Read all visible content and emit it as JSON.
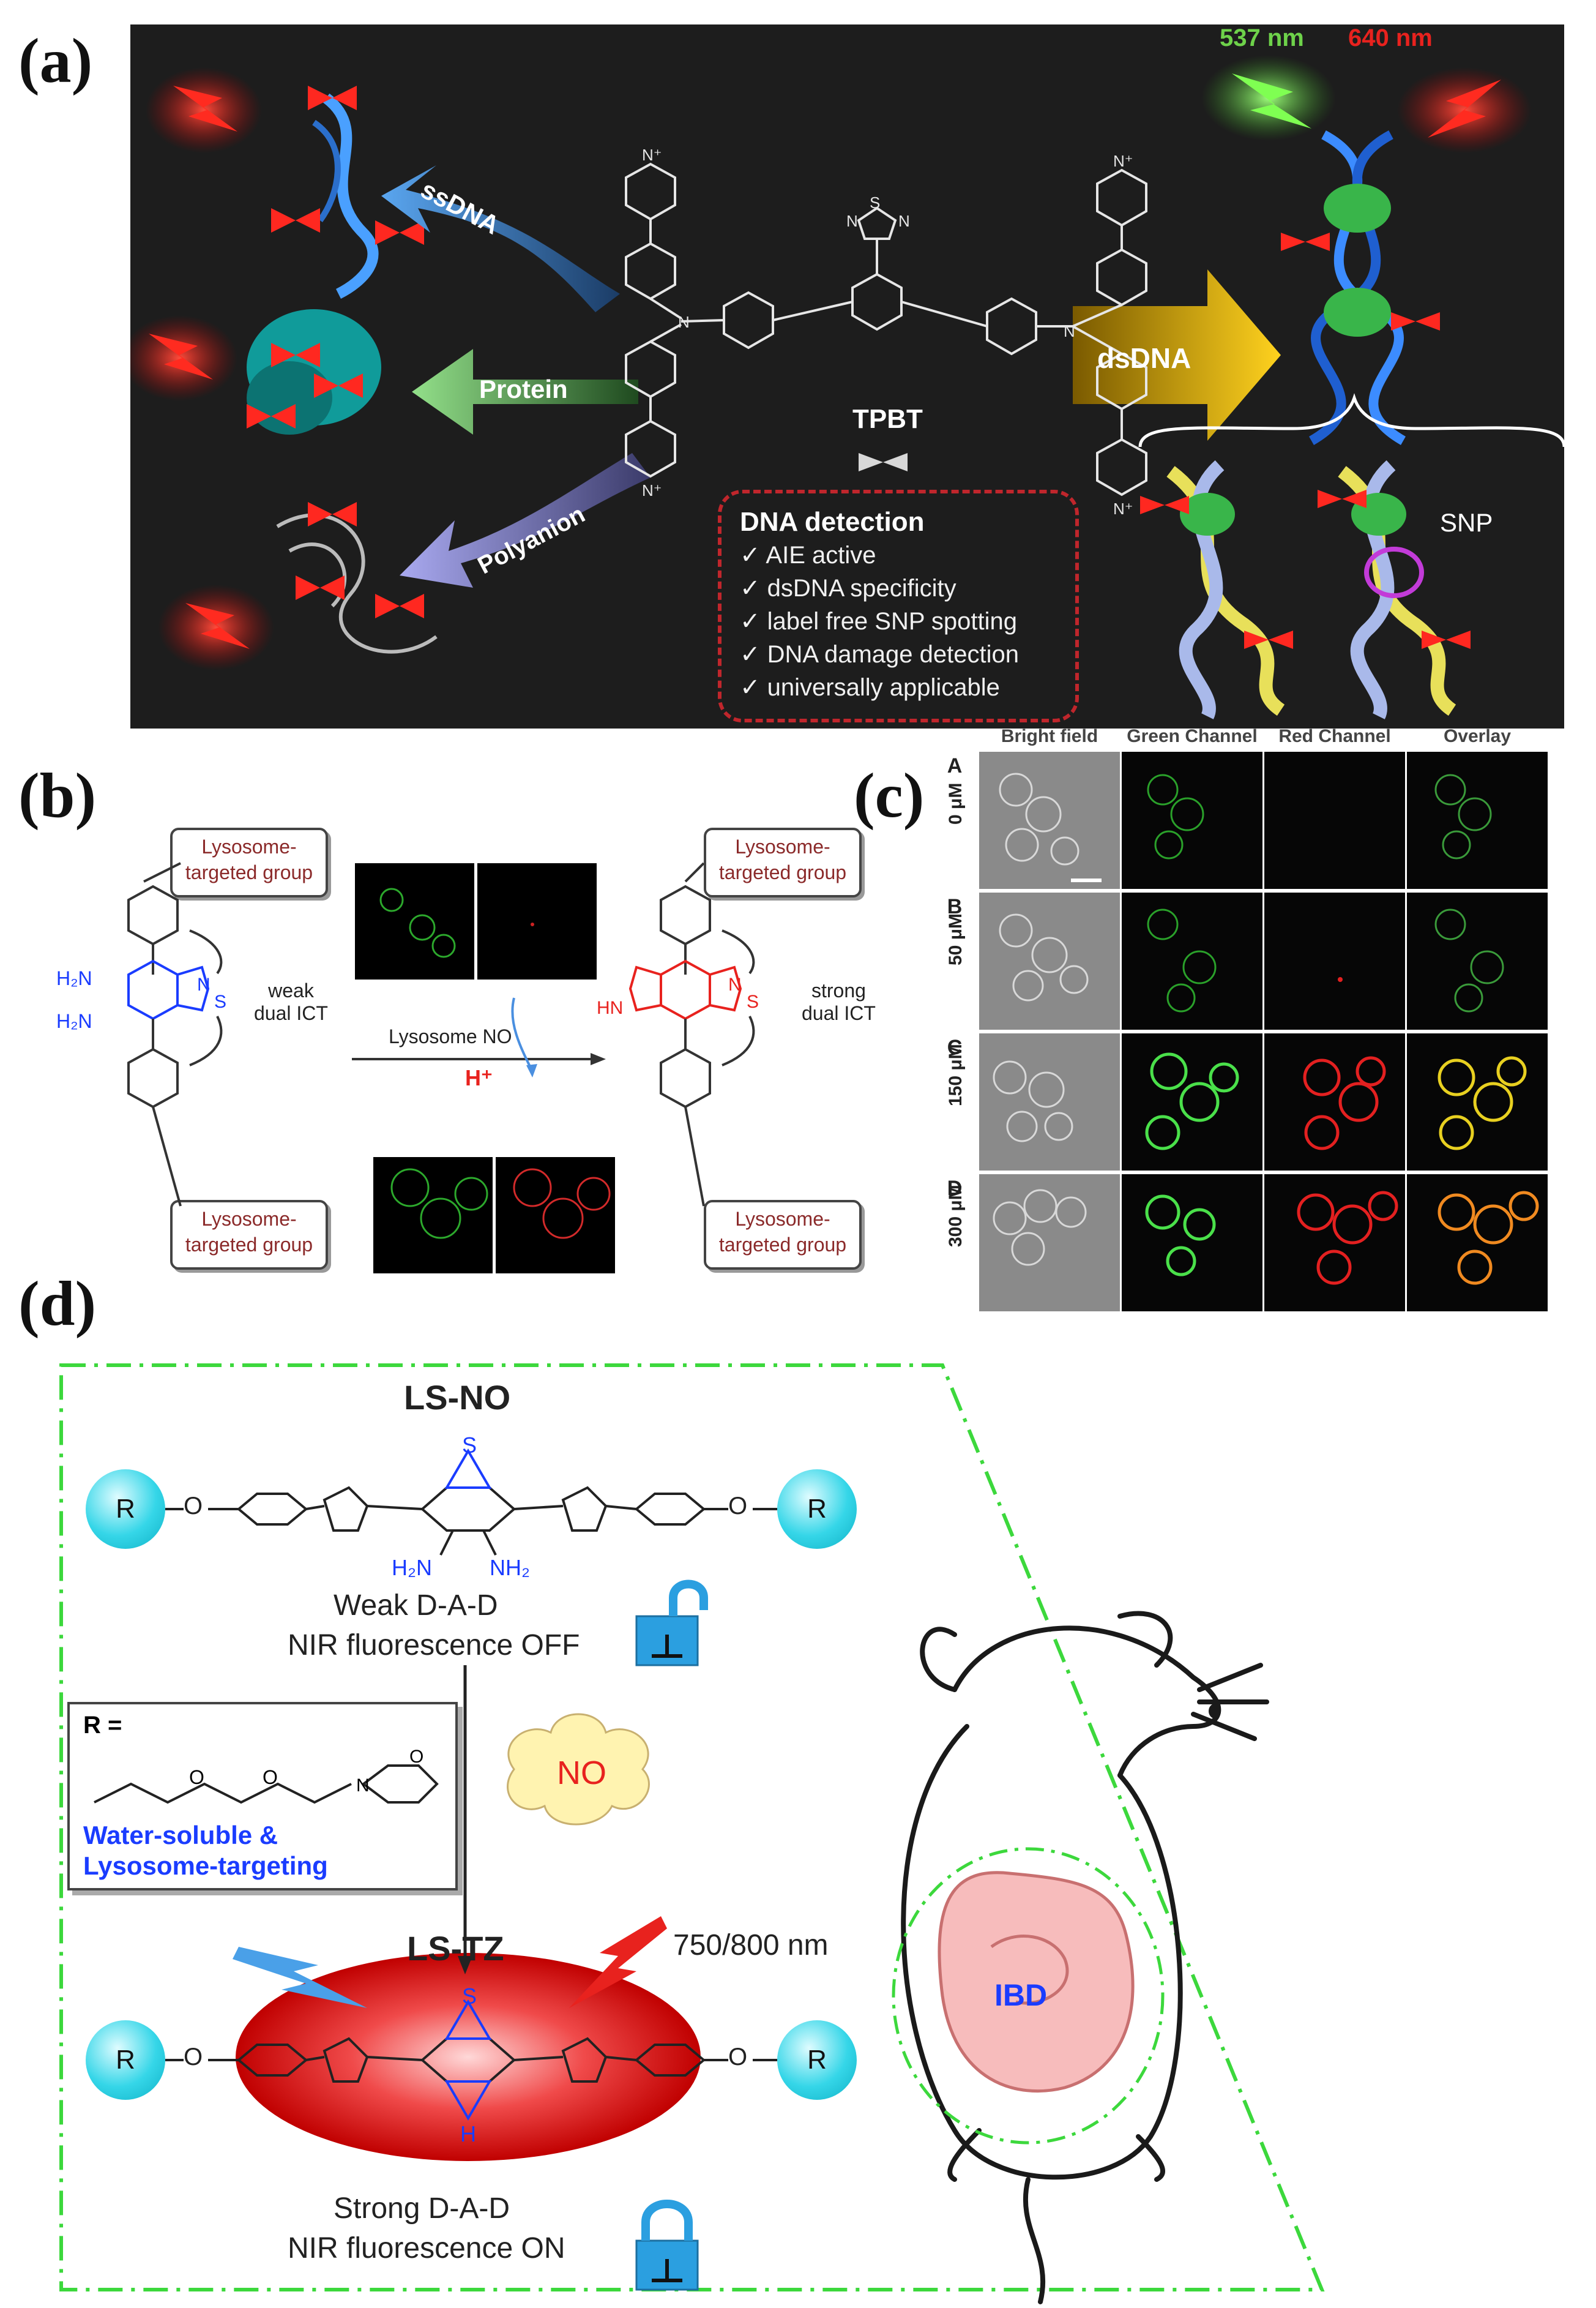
{
  "labels": {
    "a": "(a)",
    "b": "(b)",
    "c": "(c)",
    "d": "(d)"
  },
  "panel_a": {
    "wl_green": "537 nm",
    "wl_red": "640 nm",
    "arrow_ssdna": "ssDNA",
    "arrow_protein": "Protein",
    "arrow_polyanion": "Polyanion",
    "arrow_dsdna": "dsDNA",
    "molecule": "TPBT",
    "snp": "SNP",
    "detection_title": "DNA detection",
    "detection_items": [
      "✓ AIE active",
      "✓ dsDNA specificity",
      "✓ label free SNP spotting",
      "✓ DNA damage detection",
      "✓ universally applicable"
    ]
  },
  "panel_b": {
    "group_line1": "Lysosome-",
    "group_line2": "targeted group",
    "weak": "weak",
    "weak2": "dual ICT",
    "strong": "strong",
    "strong2": "dual ICT",
    "reaction": "Lysosome NO",
    "hplus": "H⁺",
    "h2n_1": "H₂N",
    "h2n_2": "H₂N",
    "hn": "HN",
    "n_label": "N",
    "s_label": "S"
  },
  "panel_c": {
    "columns": [
      "Bright field",
      "Green Channel",
      "Red Channel",
      "Overlay"
    ],
    "rows": [
      {
        "letter": "A",
        "conc": "0 μM"
      },
      {
        "letter": "B",
        "conc": "50 μM"
      },
      {
        "letter": "C",
        "conc": "150 μM"
      },
      {
        "letter": "D",
        "conc": "300 μM"
      }
    ]
  },
  "panel_d": {
    "ls_no": "LS-NO",
    "ls_tz": "LS-TZ",
    "r": "R",
    "o": "O",
    "weak_line": "Weak D-A-D",
    "off_line": "NIR fluorescence OFF",
    "strong_line": "Strong D-A-D",
    "on_line": "NIR fluorescence ON",
    "r_eq": "R =",
    "water": "Water-soluble &",
    "lyso": "Lysosome-targeting",
    "no": "NO",
    "wavelength": "750/800 nm",
    "ibd": "IBD",
    "nh2_left": "H₂N",
    "nh2_right": "NH₂",
    "s": "S",
    "n": "N",
    "h": "H"
  },
  "colors": {
    "green": "#6ed24a",
    "red": "#e8221e",
    "blue": "#1a3cff",
    "cyan": "#35d6e8",
    "gold": "#f2b705"
  }
}
